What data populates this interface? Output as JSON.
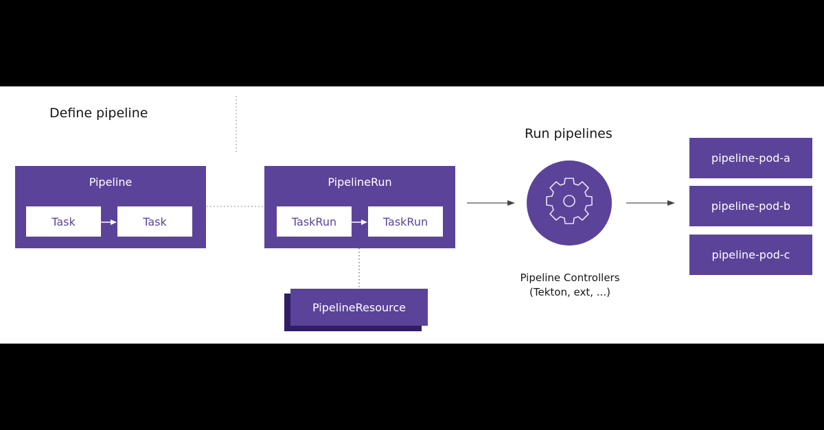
{
  "sections": {
    "define_title": "Define pipeline",
    "run_title": "Run pipelines"
  },
  "pipeline": {
    "title": "Pipeline",
    "tasks": [
      "Task",
      "Task"
    ]
  },
  "pipeline_run": {
    "title": "PipelineRun",
    "task_runs": [
      "TaskRun",
      "TaskRun"
    ]
  },
  "pipeline_resource": {
    "label": "PipelineResource"
  },
  "controller": {
    "icon": "gear-icon",
    "caption_line1": "Pipeline Controllers",
    "caption_line2": "(Tekton, ext, ...)"
  },
  "pods": [
    "pipeline-pod-a",
    "pipeline-pod-b",
    "pipeline-pod-c"
  ],
  "colors": {
    "purple": "#5b4399",
    "dark_purple": "#2f1d66",
    "text": "#151515",
    "connector": "#555555"
  }
}
